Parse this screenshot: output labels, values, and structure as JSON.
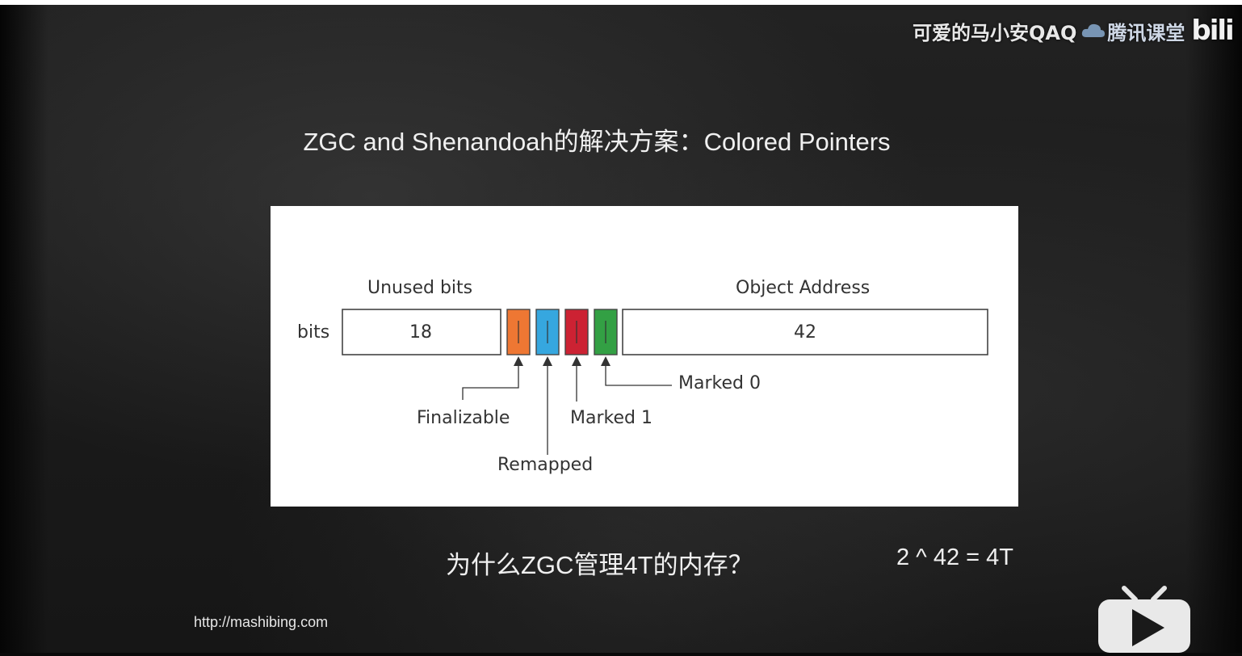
{
  "watermark": {
    "uploader": "可爱的马小安QAQ",
    "tencent": "腾讯课堂",
    "bili": "bili"
  },
  "slide": {
    "title": "ZGC and Shenandoah的解决方案：Colored Pointers",
    "diagram": {
      "row_label": "bits",
      "unused_header": "Unused bits",
      "unused_value": "18",
      "address_header": "Object Address",
      "address_value": "42",
      "flags": [
        {
          "name": "Finalizable",
          "color": "#ee7733"
        },
        {
          "name": "Remapped",
          "color": "#36a7df"
        },
        {
          "name": "Marked 1",
          "color": "#cc2233"
        },
        {
          "name": "Marked 0",
          "color": "#33a044"
        }
      ]
    },
    "question": "为什么ZGC管理4T的内存？",
    "formula": "2 ^ 42 = 4T",
    "url": "http://mashibing.com"
  },
  "player": {
    "play_icon": "play-icon"
  }
}
